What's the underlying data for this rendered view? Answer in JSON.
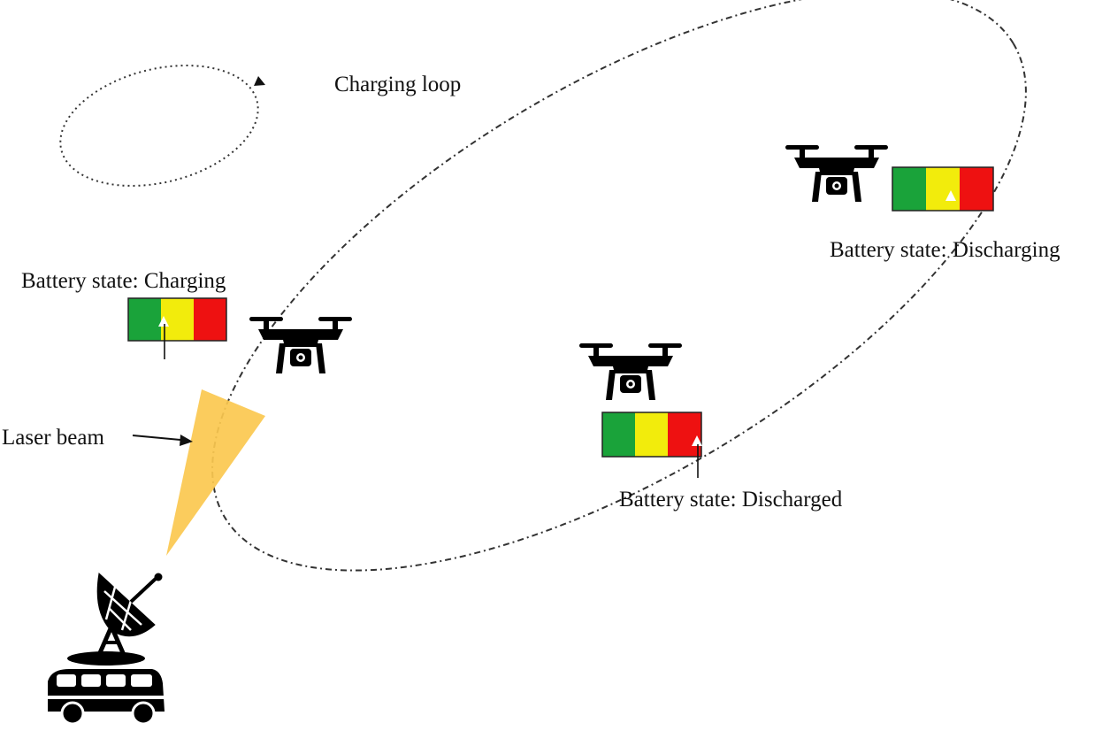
{
  "labels": {
    "charging_loop": "Charging loop",
    "battery_charging": "Battery state: Charging",
    "battery_discharging": "Battery state: Discharging",
    "battery_discharged": "Battery state: Discharged",
    "laser_beam": "Laser beam"
  },
  "battery": {
    "segment_colors": [
      "#1aa33a",
      "#f2ec0c",
      "#ee1111"
    ],
    "segment_names": [
      "green",
      "yellow",
      "red"
    ]
  },
  "colors": {
    "beam": "#fbc84f",
    "icons": "#000000",
    "loop_line": "#333333"
  },
  "icons": [
    "drone-icon",
    "satellite-dish-icon",
    "van-icon"
  ]
}
